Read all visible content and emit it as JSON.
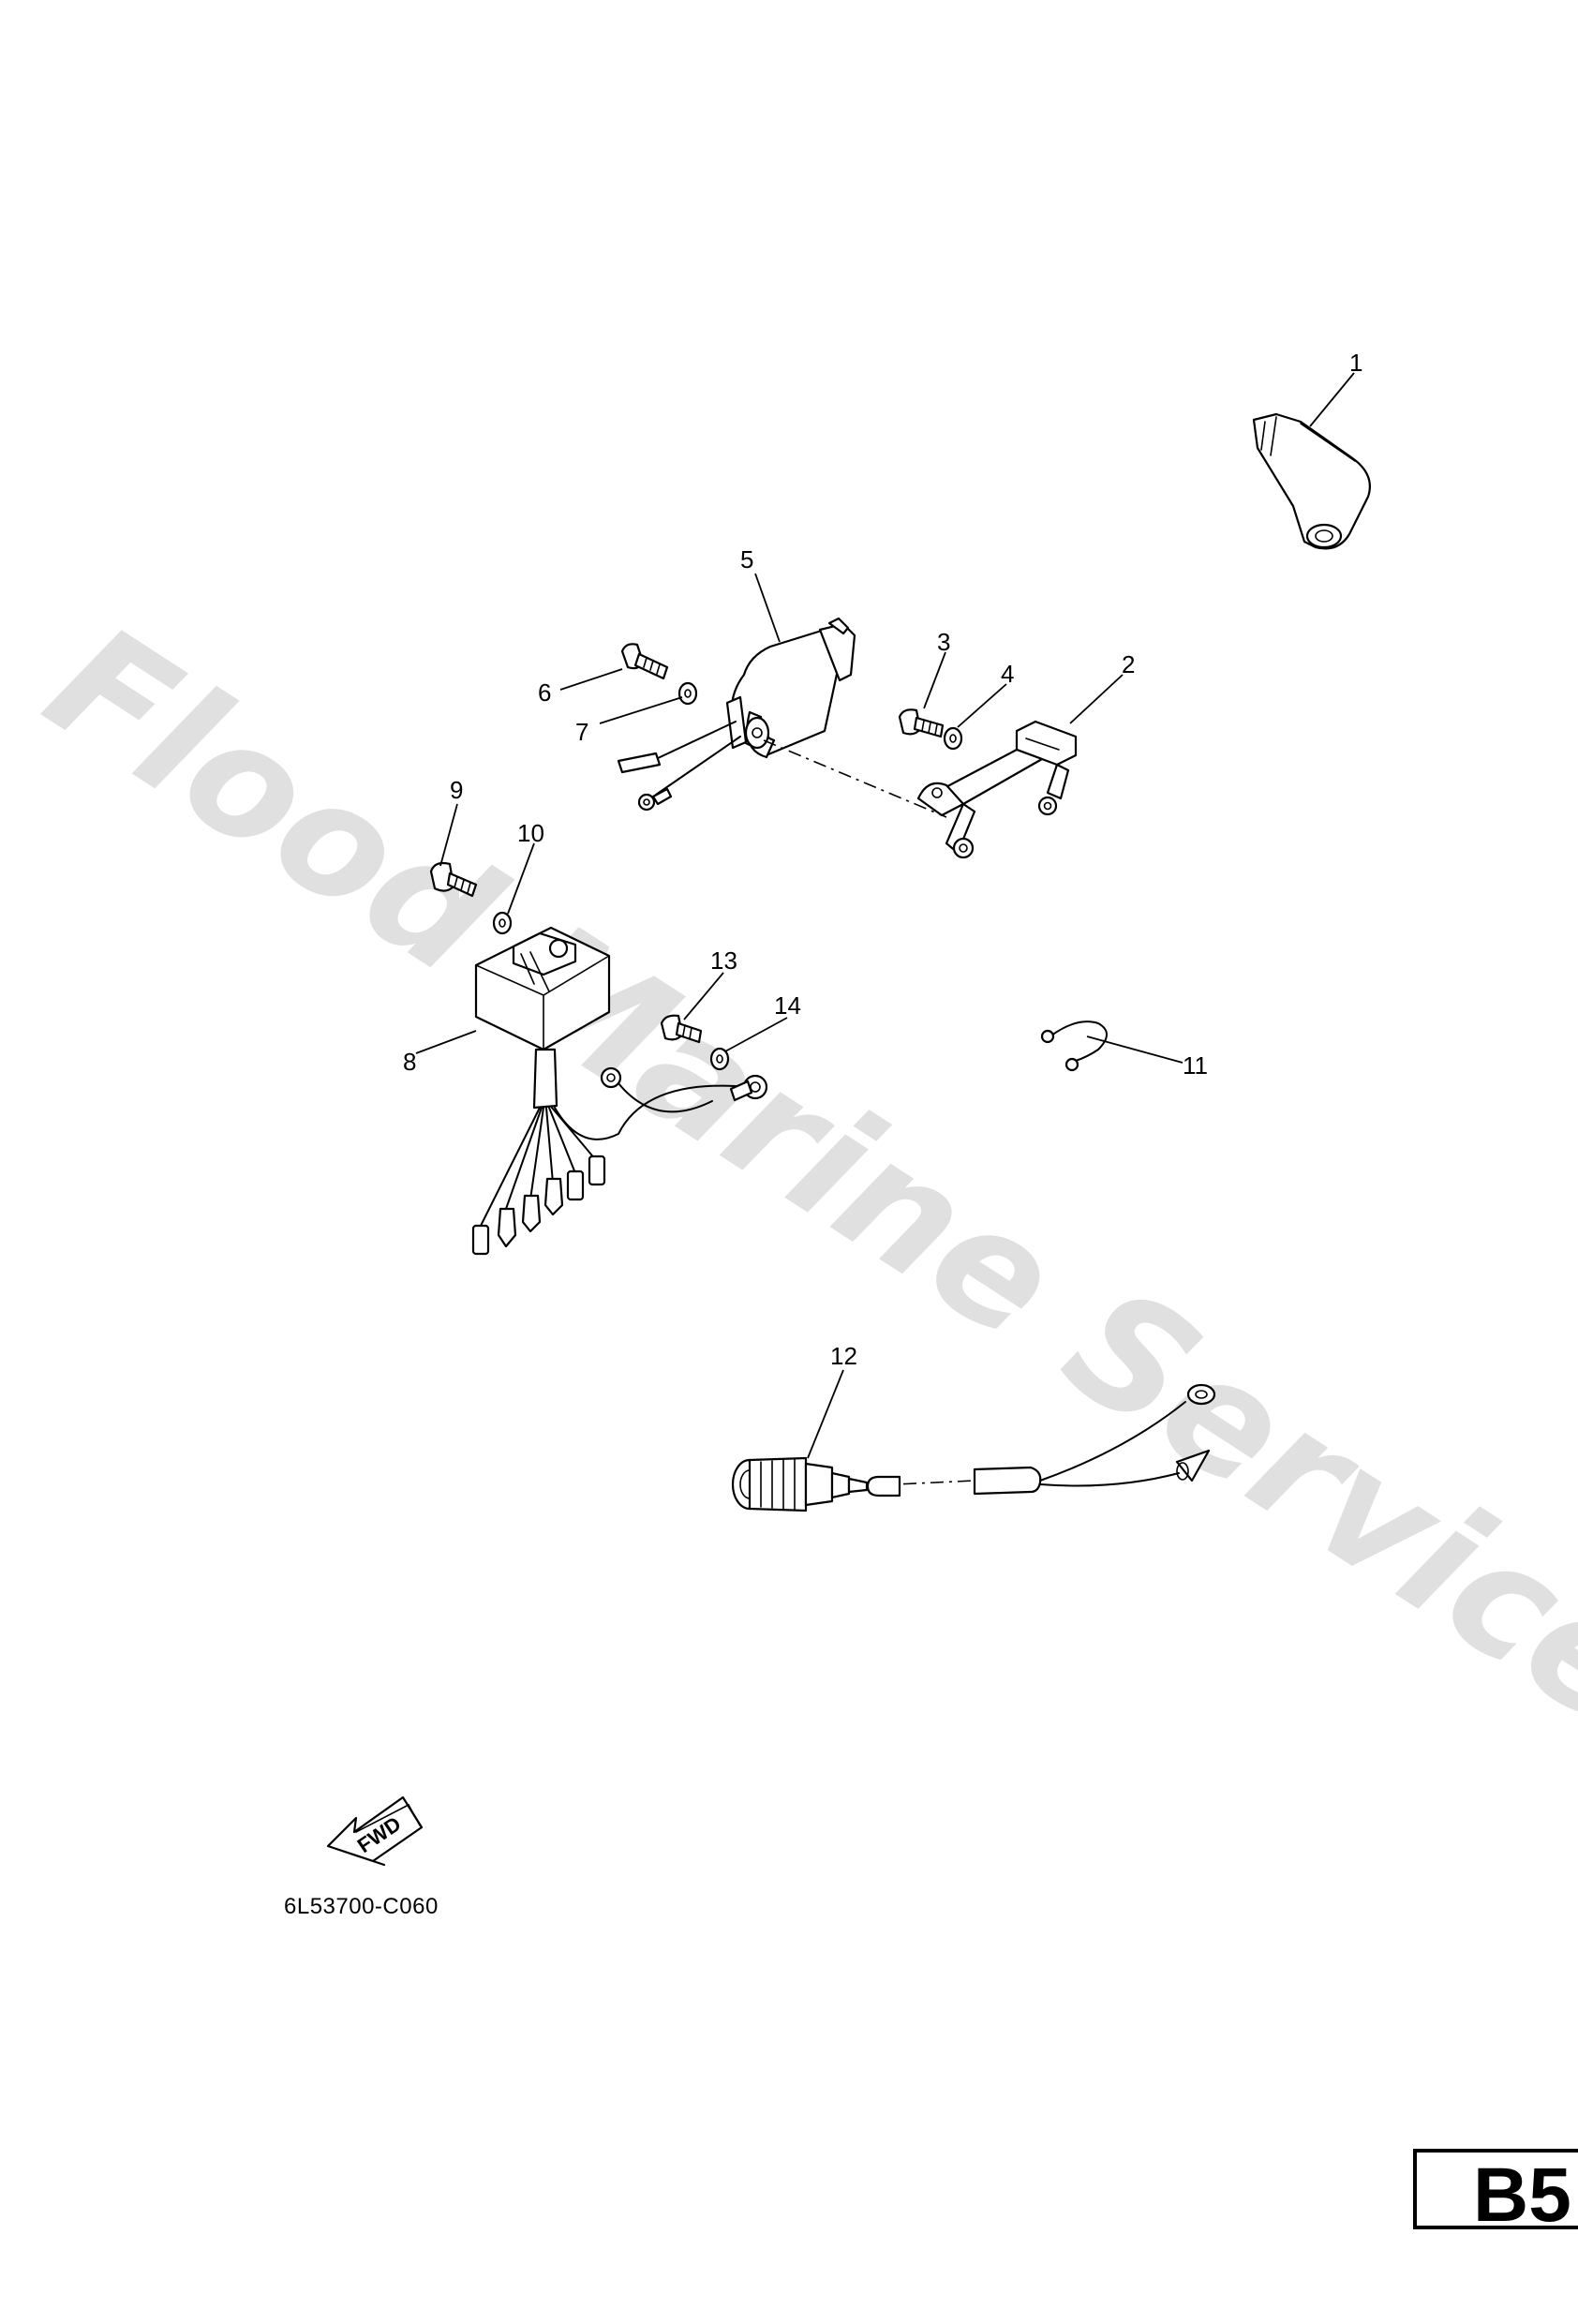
{
  "watermark": "Flood Marine Services",
  "drawing_number": "6L53700-C060",
  "page_code": "B5",
  "fwd_label": "FWD",
  "callouts": [
    "1",
    "2",
    "3",
    "4",
    "5",
    "6",
    "7",
    "8",
    "9",
    "10",
    "11",
    "12",
    "13",
    "14"
  ],
  "icons": {
    "spark_plug_cap": "spark-plug-cap-icon",
    "ignition_coil": "ignition-coil-icon",
    "coil_bracket": "bracket-icon",
    "cdi_unit": "cdi-unit-icon",
    "spark_plug": "spark-plug-icon",
    "clamp": "clamp-icon",
    "fwd_arrow": "fwd-arrow-icon"
  }
}
